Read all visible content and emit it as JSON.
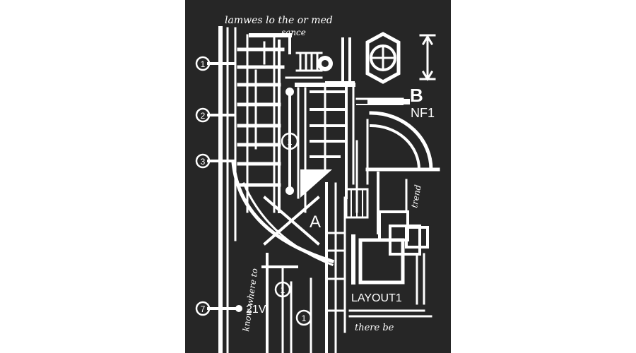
{
  "colors": {
    "background": "#ffffff",
    "stencil": "#262626",
    "cutout": "#ffffff"
  },
  "stencil": {
    "number_markers": [
      "1",
      "2",
      "3",
      "7"
    ],
    "inner_markers": [
      "1",
      "1",
      "1"
    ],
    "letter_a": "A",
    "label_b": "B",
    "label_nf1": "NF1",
    "label_21v": "21V",
    "label_layout": "LAYOUT1",
    "handwriting_lines": [
      "lamwes lo the or med",
      "sance",
      "trend",
      "know where to",
      "there be"
    ],
    "icons": [
      "hex-nut-icon",
      "crosshair-icon",
      "dimension-arrow-icon",
      "arc-bracket-icon",
      "nested-squares-icon"
    ]
  }
}
